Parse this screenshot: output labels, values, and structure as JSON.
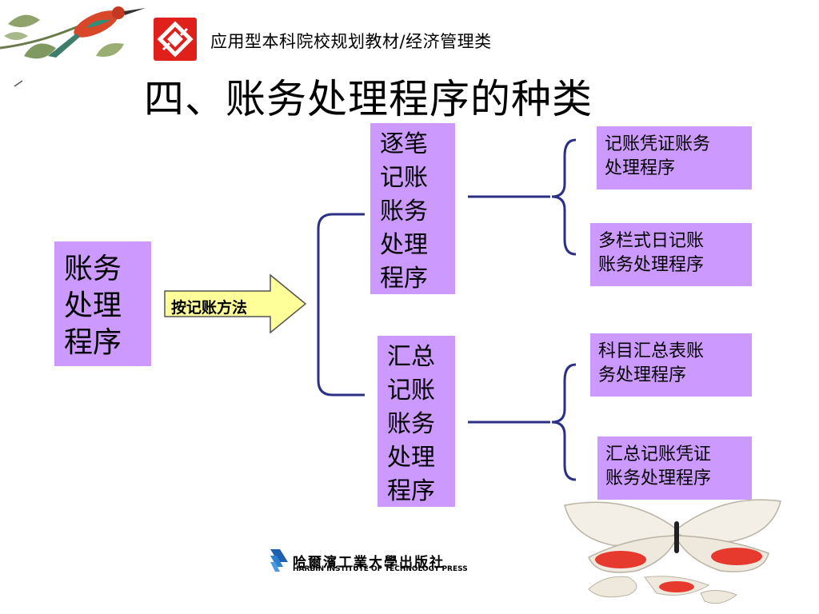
{
  "header": {
    "series_title": "应用型本科院校规划教材/经济管理类"
  },
  "slide": {
    "title": "四、账务处理程序的种类"
  },
  "diagram": {
    "root": "账务\n处理\n程序",
    "connector_label": "按记账方法",
    "branches": [
      {
        "label": "逐笔\n记账\n账务\n处理\n程序",
        "children": [
          "记账凭证账务\n处理程序",
          "多栏式日记账\n账务处理程序"
        ]
      },
      {
        "label": "汇总\n记账\n账务\n处理\n程序",
        "children": [
          "科目汇总表账\n务处理程序",
          "汇总记账凭证\n账务处理程序"
        ]
      }
    ]
  },
  "footer": {
    "publisher_name": "哈爾濱工業大學出版社",
    "publisher_english": "HARBIN INSTITUTE OF TECHNOLOGY PRESS"
  },
  "colors": {
    "box_fill": "#cc99ff",
    "bracket_stroke": "#2b2f86",
    "arrow_fill": "#ffff99",
    "logo_red": "#e0201b"
  }
}
